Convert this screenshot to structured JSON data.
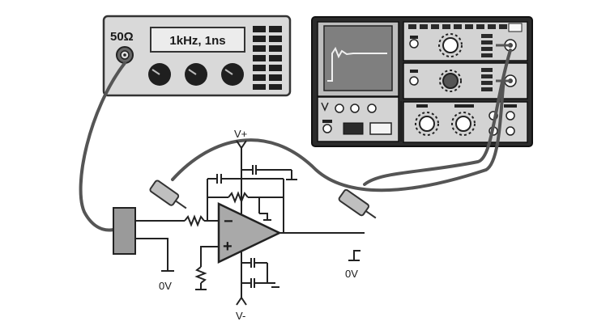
{
  "generator": {
    "impedance": "50Ω",
    "display": "1kHz, 1ns"
  },
  "circuit": {
    "vplus": "V+",
    "vminus": "V-",
    "ground_left": "0V",
    "ground_right": "0V",
    "inverting": "−",
    "noninverting": "+"
  },
  "colors": {
    "instrument_body": "#d9d9d9",
    "panel_dark": "#2b2b2b",
    "cable": "#555555",
    "opamp_fill": "#a9a9a9"
  }
}
